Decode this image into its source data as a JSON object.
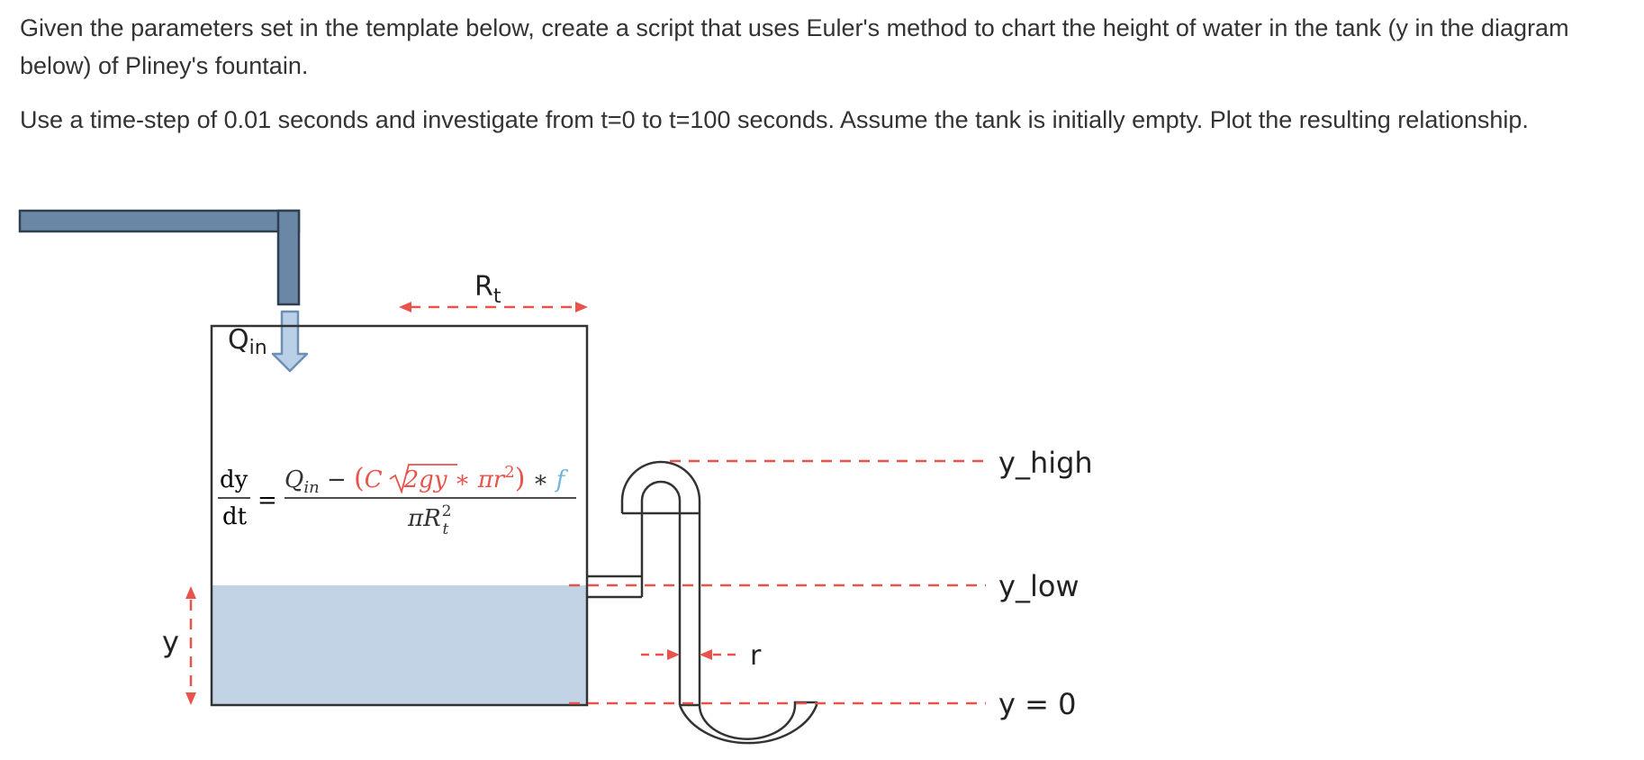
{
  "text": {
    "p1": "Given the parameters set in the template below, create a script that uses Euler's method to chart the height of water in the tank (y in the diagram below) of Pliney's fountain.",
    "p2": "Use a time-step of 0.01 seconds and investigate from t=0 to t=100 seconds. Assume the tank is initially empty. Plot the resulting relationship."
  },
  "diagram": {
    "label_Rt_main": "R",
    "label_Rt_sub": "t",
    "label_Qin_main": "Q",
    "label_Qin_sub": "in",
    "label_y": "y",
    "label_r": "r",
    "label_y_high": "y_high",
    "label_y_low": "y_low",
    "label_y0": "y = 0",
    "equation": {
      "lhs_num": "dy",
      "lhs_den": "dt",
      "equals": "=",
      "q": "Q",
      "q_sub": "in",
      "minus": " − ",
      "paren_open": "(",
      "c": "C",
      "sqrt_arg": "2gy",
      "times": " ∗ ",
      "pi_r": "πr",
      "sq": "2",
      "paren_close": ")",
      "times2": " ∗ ",
      "f": "f",
      "den_pi_R": "πR",
      "den_sup": "2",
      "den_sub": "t"
    }
  },
  "colors": {
    "water": "#c1d3e4",
    "pipe_fill": "#6a87a5",
    "pipe_stroke": "#2f3f50",
    "arrow_fill": "#b9d0e6",
    "arrow_stroke": "#6d8fb3",
    "dash": "#e8534b",
    "eq_red": "#e8534b",
    "eq_blue": "#6fb3e0",
    "outline": "#333333"
  }
}
